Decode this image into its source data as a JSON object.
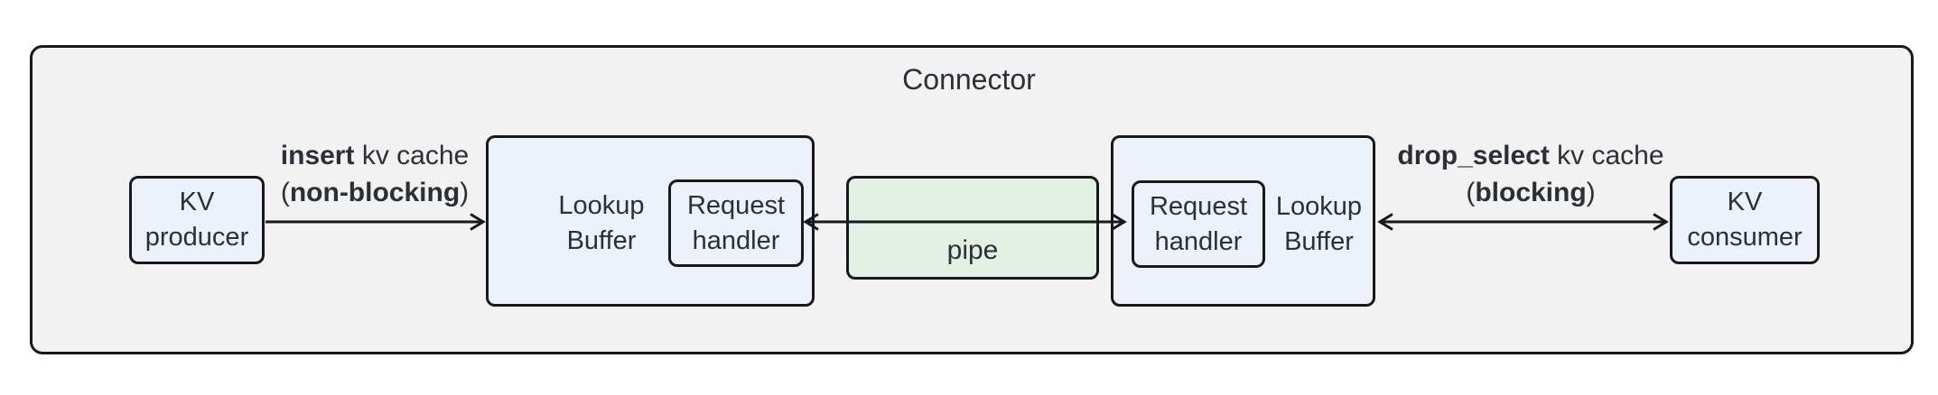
{
  "diagram": {
    "title": "Connector",
    "nodes": {
      "kv_producer": {
        "lines": [
          "KV",
          "producer"
        ]
      },
      "lookup_buffer_left": {
        "lines": [
          "Lookup",
          "Buffer"
        ]
      },
      "request_handler_left": {
        "lines": [
          "Request",
          "handler"
        ]
      },
      "pipe": {
        "label": "pipe"
      },
      "lookup_buffer_right": {
        "lines": [
          "Lookup",
          "Buffer"
        ]
      },
      "request_handler_right": {
        "lines": [
          "Request",
          "handler"
        ]
      },
      "kv_consumer": {
        "lines": [
          "KV",
          "consumer"
        ]
      }
    },
    "edges": {
      "insert": {
        "bold": "insert",
        "rest": " kv cache",
        "paren_open": "(",
        "paren_bold": "non-blocking",
        "paren_close": ")"
      },
      "drop_select": {
        "bold": "drop_select",
        "rest": " kv cache",
        "paren_open": "(",
        "paren_bold": "blocking",
        "paren_close": ")"
      }
    },
    "colors": {
      "container_fill": "#f2f2f2",
      "node_fill": "#edf1fa",
      "pipe_fill": "#e2f0e4",
      "stroke": "#17191d",
      "text": "#2b2f38"
    }
  }
}
